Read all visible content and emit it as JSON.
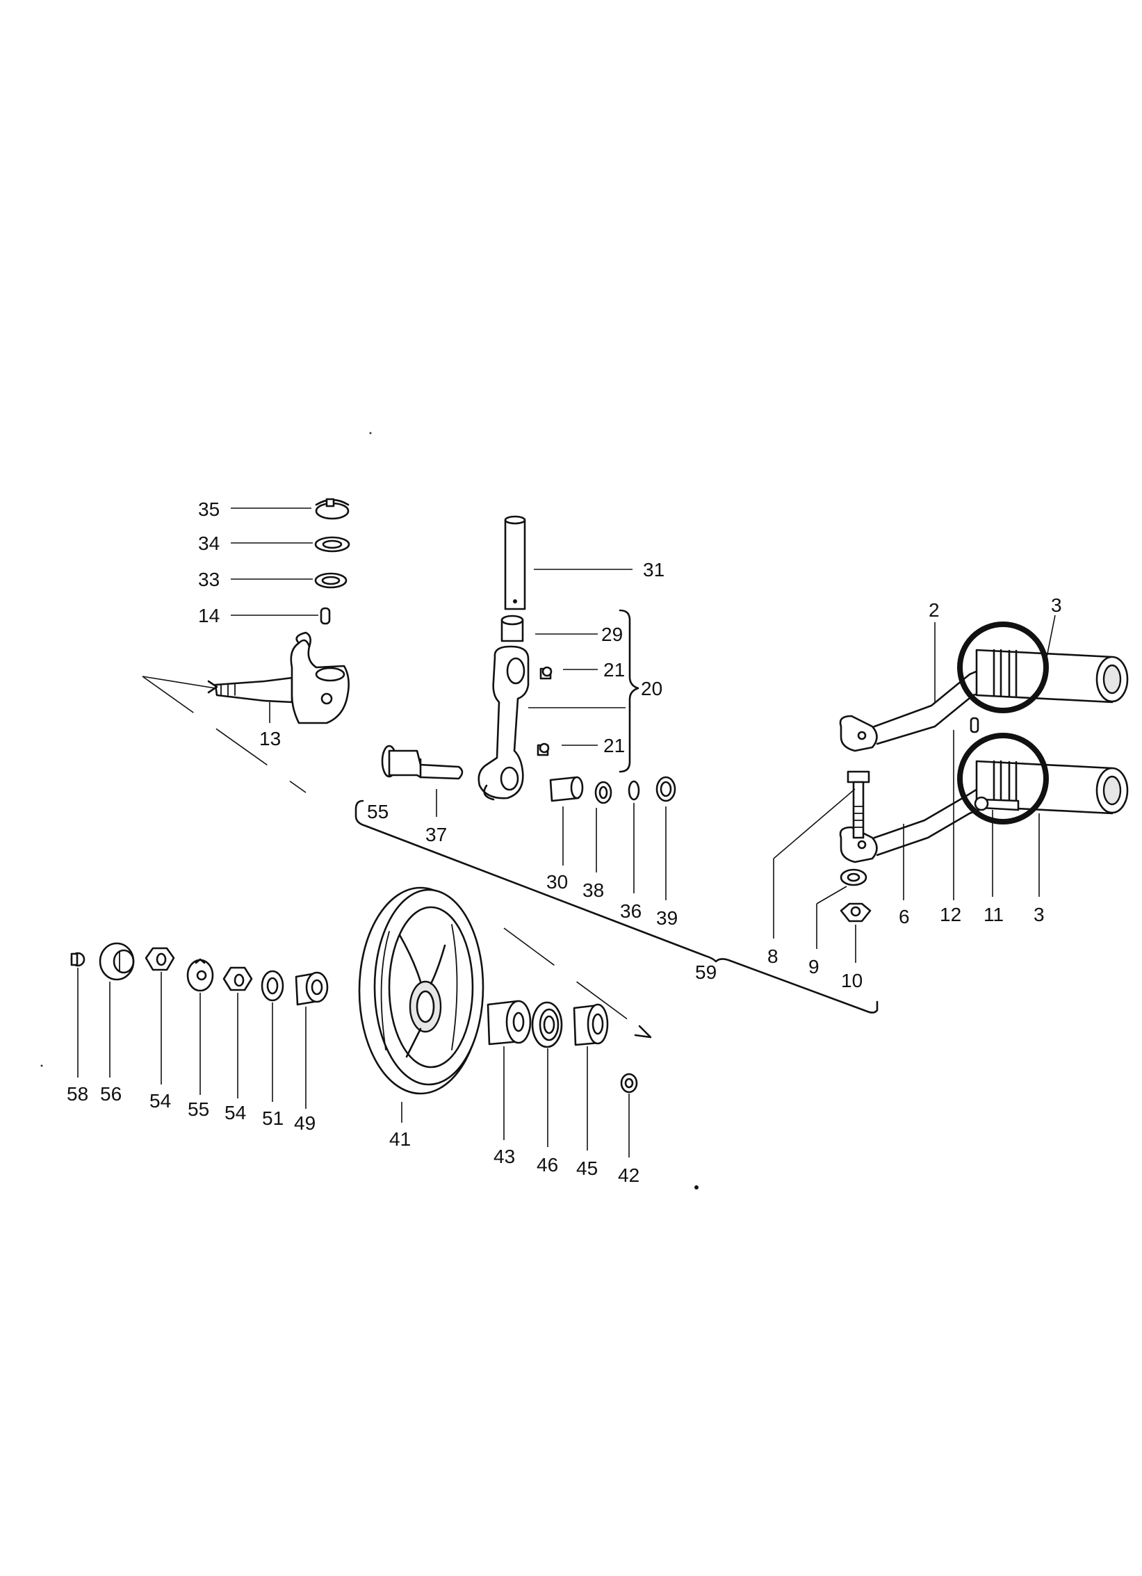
{
  "diagram": {
    "type": "exploded-parts-view",
    "highlight_color": "#000000",
    "line_color": "#111111"
  },
  "labels": {
    "p35": "35",
    "p34": "34",
    "p33": "33",
    "p14": "14",
    "p13": "13",
    "p31": "31",
    "p29": "29",
    "p21a": "21",
    "p20": "20",
    "p21b": "21",
    "p55a": "55",
    "p37": "37",
    "p30": "30",
    "p38": "38",
    "p36": "36",
    "p39": "39",
    "p2": "2",
    "p3a": "3",
    "p3b": "3",
    "p6": "6",
    "p12": "12",
    "p11": "11",
    "p8": "8",
    "p9": "9",
    "p10": "10",
    "p59": "59",
    "p58": "58",
    "p56": "56",
    "p54a": "54",
    "p55b": "55",
    "p54b": "54",
    "p51": "51",
    "p49": "49",
    "p41": "41",
    "p43": "43",
    "p46": "46",
    "p45": "45",
    "p42": "42"
  }
}
